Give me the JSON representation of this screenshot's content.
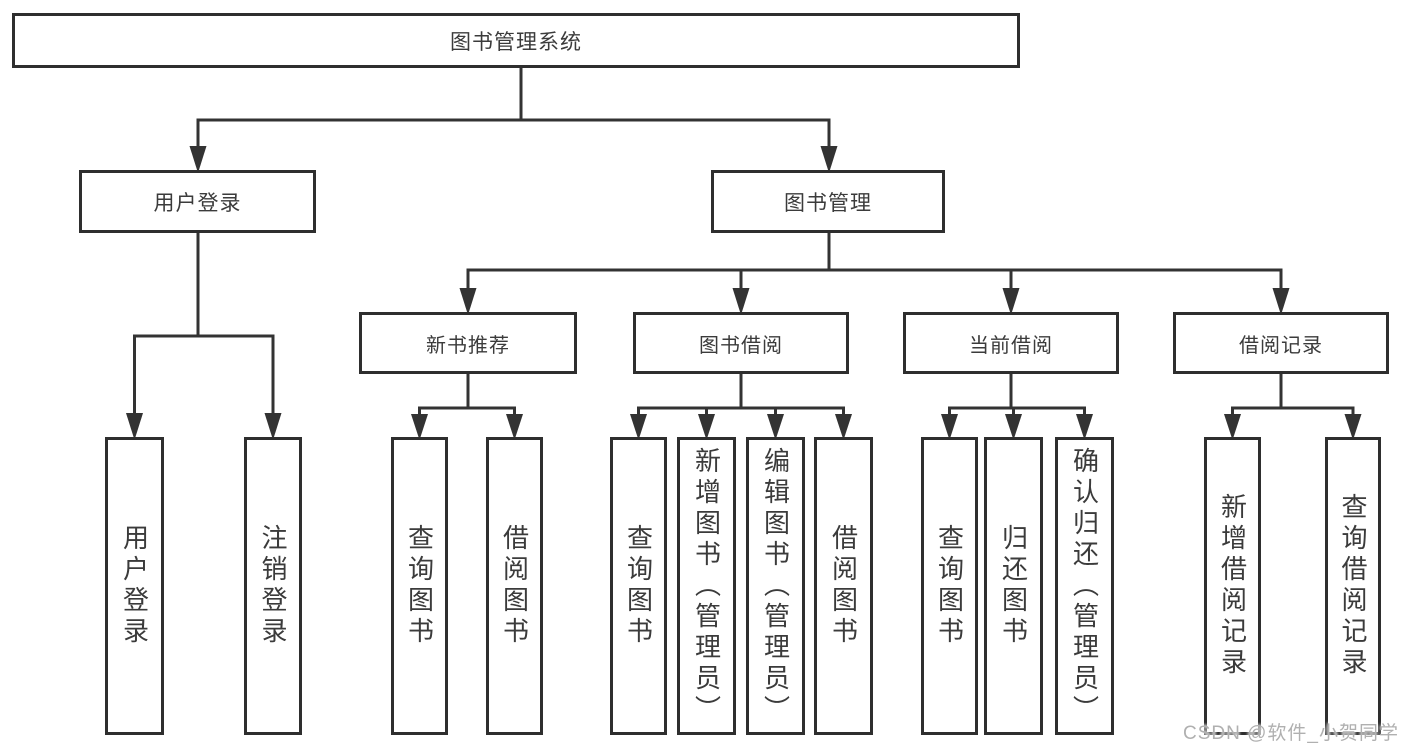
{
  "diagram": {
    "root": {
      "label": "图书管理系统"
    },
    "level2": [
      {
        "id": "user-login",
        "label": "用户登录"
      },
      {
        "id": "book-management",
        "label": "图书管理"
      }
    ],
    "level3": [
      {
        "id": "new-book-recommend",
        "label": "新书推荐"
      },
      {
        "id": "book-borrow",
        "label": "图书借阅"
      },
      {
        "id": "current-borrow",
        "label": "当前借阅"
      },
      {
        "id": "borrow-records",
        "label": "借阅记录"
      }
    ],
    "leaves": {
      "user_login": [
        {
          "label": "用户登录"
        },
        {
          "label": "注销登录"
        }
      ],
      "new_book_recommend": [
        {
          "label": "查询图书"
        },
        {
          "label": "借阅图书"
        }
      ],
      "book_borrow": [
        {
          "label": "查询图书"
        },
        {
          "label": "新增图书（管理员）"
        },
        {
          "label": "编辑图书（管理员）"
        },
        {
          "label": "借阅图书"
        }
      ],
      "current_borrow": [
        {
          "label": "查询图书"
        },
        {
          "label": "归还图书"
        },
        {
          "label": "确认归还（管理员）"
        }
      ],
      "borrow_records": [
        {
          "label": "新增借阅记录"
        },
        {
          "label": "查询借阅记录"
        }
      ]
    }
  },
  "watermark": {
    "text": "CSDN @软件_小贺同学"
  },
  "colors": {
    "line": "#333333",
    "box_border": "#2e2e2e",
    "text": "#3b3b3b",
    "watermark": "#b0b0b0",
    "background": "#ffffff"
  }
}
